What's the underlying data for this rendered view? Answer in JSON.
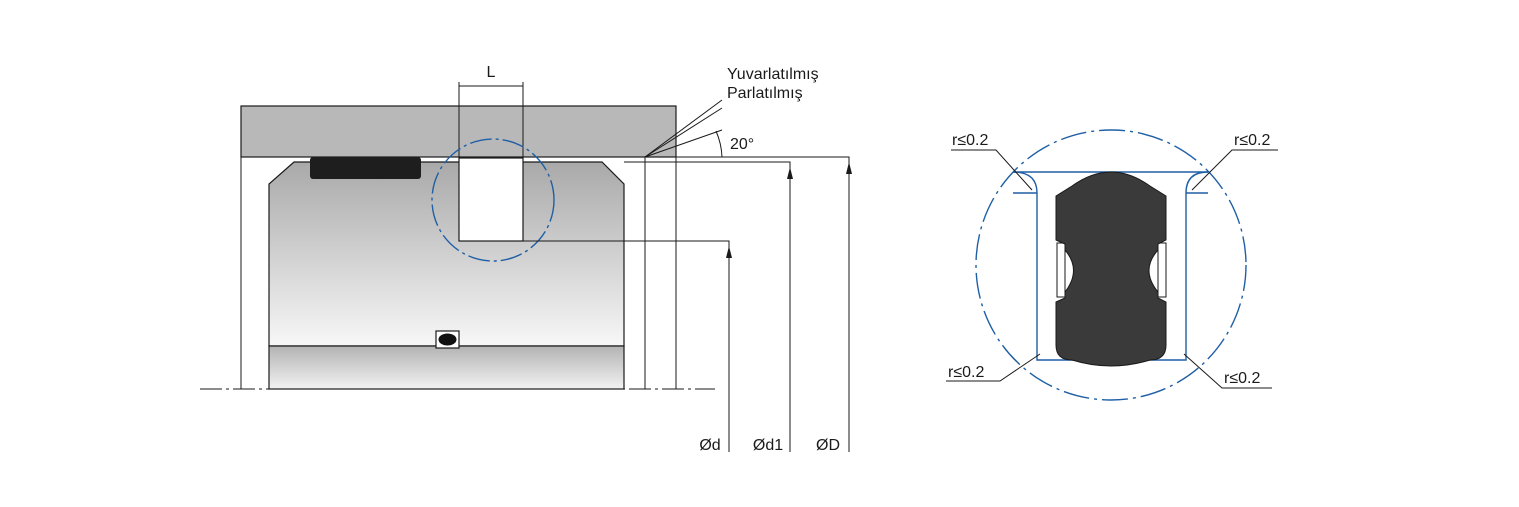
{
  "labels": {
    "L": "L",
    "yuvarlatilmis": "Yuvarlatılmış",
    "parlatilmis": "Parlatılmış",
    "angle": "20°",
    "d": "Ød",
    "d1": "Ød1",
    "D": "ØD",
    "r_top_left": "r≤0.2",
    "r_top_right": "r≤0.2",
    "r_bottom_left": "r≤0.2",
    "r_bottom_right": "r≤0.2"
  },
  "colors": {
    "housing": "#b8b8b8",
    "seal": "#3a3a3a",
    "detail_circle": "#1f5fa6"
  }
}
